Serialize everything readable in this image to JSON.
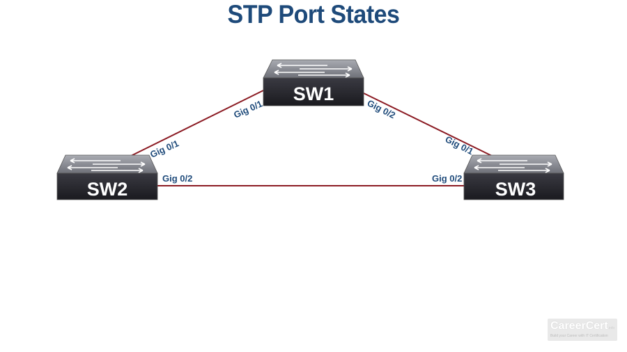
{
  "title": "STP Port States",
  "switches": [
    {
      "id": "sw1",
      "label": "SW1"
    },
    {
      "id": "sw2",
      "label": "SW2"
    },
    {
      "id": "sw3",
      "label": "SW3"
    }
  ],
  "links": [
    {
      "from": "SW1",
      "from_port": "Gig 0/1",
      "to": "SW2",
      "to_port": "Gig 0/1"
    },
    {
      "from": "SW1",
      "from_port": "Gig 0/2",
      "to": "SW3",
      "to_port": "Gig 0/1"
    },
    {
      "from": "SW2",
      "from_port": "Gig 0/2",
      "to": "SW3",
      "to_port": "Gig 0/2"
    }
  ],
  "ports": {
    "sw1_gig01": "Gig 0/1",
    "sw1_gig02": "Gig 0/2",
    "sw2_gig01": "Gig 0/1",
    "sw2_gig02": "Gig 0/2",
    "sw3_gig01": "Gig 0/1",
    "sw3_gig02": "Gig 0/2"
  },
  "colors": {
    "title": "#1e4a7a",
    "link": "#8b1a22",
    "switch_body": "#2a2a30",
    "switch_top": "#9a9ca3"
  },
  "watermark": {
    "logo": "CareerCert",
    "logo_suffix": ".info",
    "tagline": "Build your Career with IT Certification"
  }
}
